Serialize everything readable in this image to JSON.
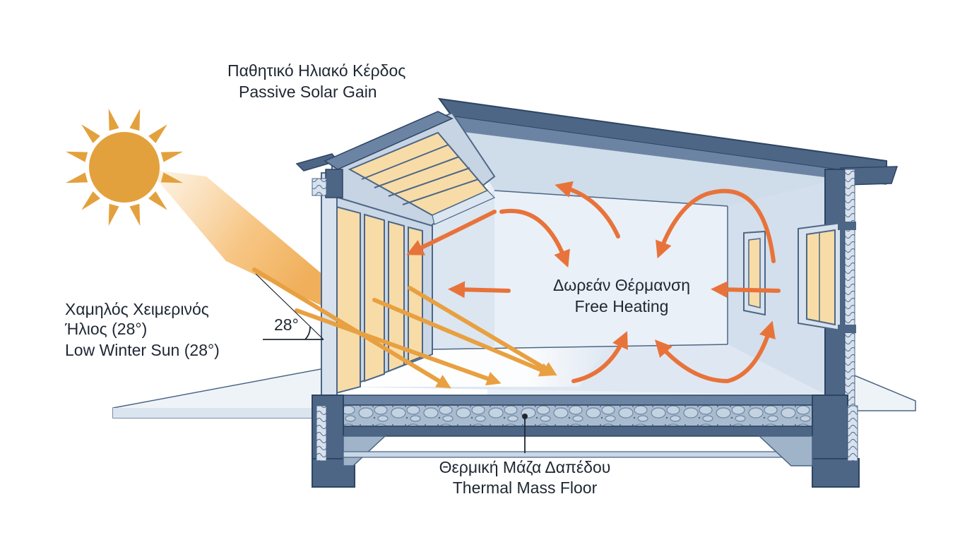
{
  "labels": {
    "passive_gain_gr": "Παθητικό Ηλιακό Κέρδος",
    "passive_gain_en": "Passive Solar Gain",
    "free_heating_gr": "Δωρεάν Θέρμανση",
    "free_heating_en": "Free Heating",
    "winter_sun_gr_1": "Χαμηλός Χειμερινός",
    "winter_sun_gr_2": "Ήλιος (28°)",
    "winter_sun_en": "Low Winter Sun (28°)",
    "angle": "28°",
    "thermal_mass_gr": "Θερμική Μάζα Δαπέδου",
    "thermal_mass_en": "Thermal Mass Floor"
  },
  "colors": {
    "structure": "#4d6686",
    "structure_dark": "#2e4563",
    "wall_light": "#d7e2ee",
    "interior": "#e9f0f7",
    "glass": "#f7dca8",
    "sun": "#e3a13d",
    "heat_arrow": "#e8733a",
    "sun_ray": "#e8a040"
  },
  "icons": {
    "sun": "sun-icon",
    "heat": "heat-flow-arrows"
  }
}
